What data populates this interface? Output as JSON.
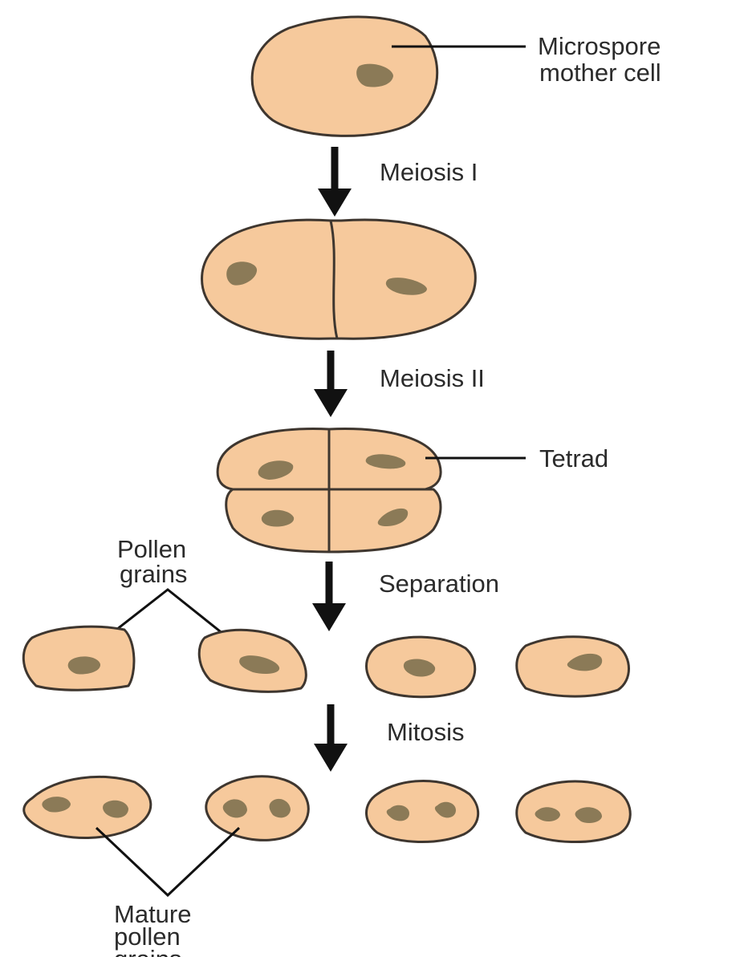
{
  "labels": {
    "microspore_line1": "Microspore",
    "microspore_line2": "mother cell",
    "meiosis1": "Meiosis I",
    "meiosis2": "Meiosis II",
    "tetrad": "Tetrad",
    "pollen_line1": "Pollen",
    "pollen_line2": "grains",
    "separation": "Separation",
    "mitosis": "Mitosis",
    "mature_line1": "Mature",
    "mature_line2": "pollen",
    "mature_line3": "grains"
  },
  "colors": {
    "cytoplasm": "#f6c99c",
    "outline": "#3e362f",
    "nucleus": "#8b7a57",
    "arrow": "#111111",
    "text": "#2b2b2b"
  }
}
